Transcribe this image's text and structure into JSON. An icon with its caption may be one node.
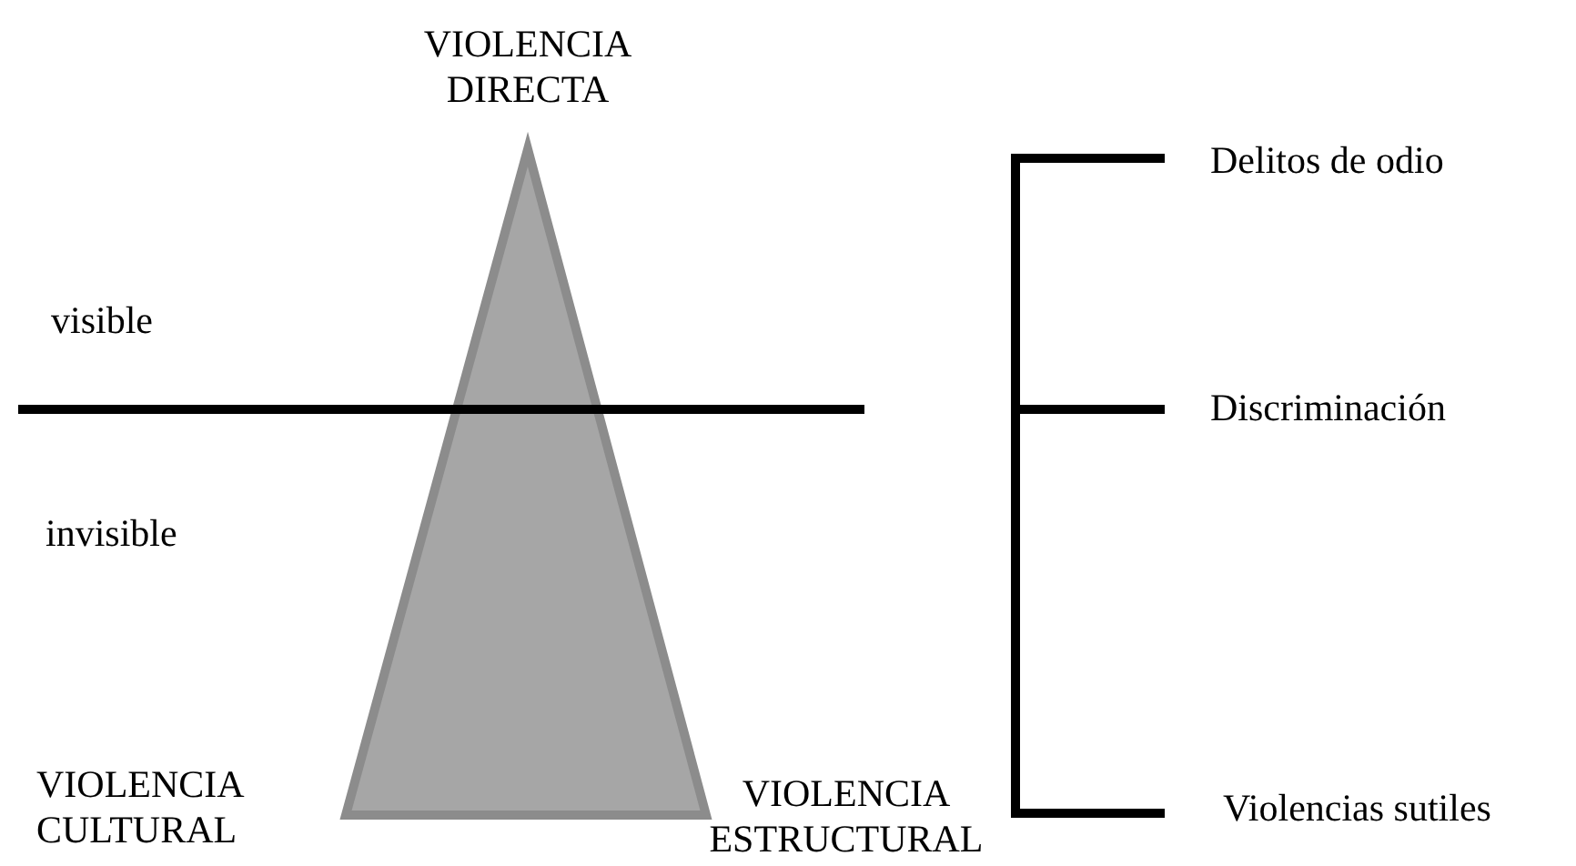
{
  "diagram": {
    "nodes": [
      {
        "text": [],
        "shape": "triangle"
      }
    ],
    "labels": [
      "VIOLENCIA DIRECTA",
      "Delitos de odio",
      "visible",
      "Discriminación",
      "invisible",
      "VIOLENCIA CULTURAL",
      "VIOLENCIA ESTRUCTURAL",
      "Violencias sutiles"
    ]
  }
}
